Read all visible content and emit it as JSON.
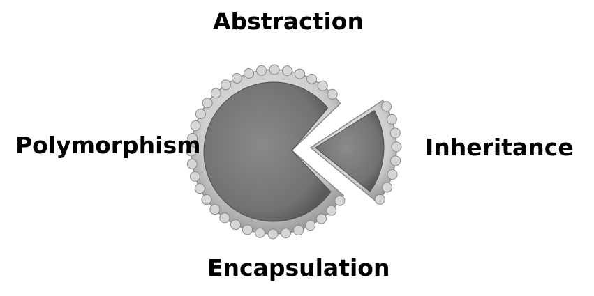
{
  "labels": {
    "top": "Abstraction",
    "left": "Polymorphism",
    "right": "Inheritance",
    "bottom": "Encapsulation"
  },
  "colors": {
    "filling": "#7a7a7a",
    "filling_dark": "#5e5e5e",
    "crust": "#d2d2d2",
    "crust_shadow": "#8e8e8e",
    "text": "#000000"
  }
}
